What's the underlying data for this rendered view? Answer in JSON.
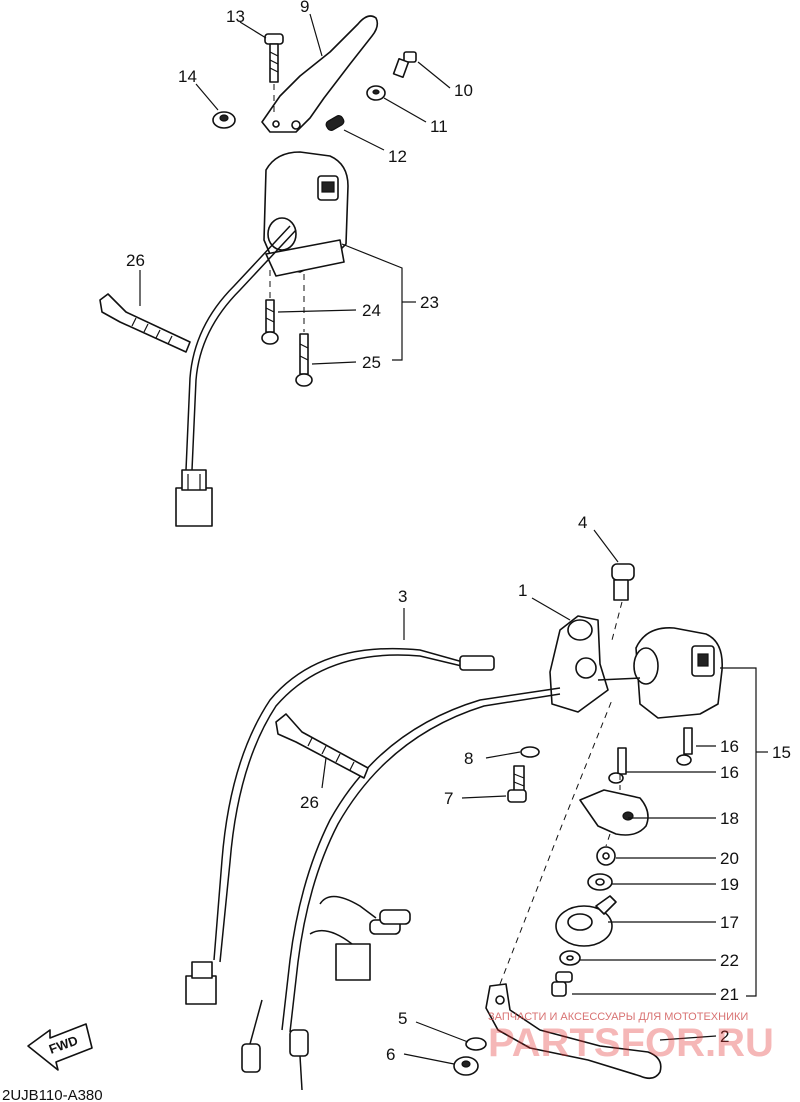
{
  "diagram": {
    "callouts": [
      {
        "id": "c13",
        "text": "13"
      },
      {
        "id": "c9",
        "text": "9"
      },
      {
        "id": "c14",
        "text": "14"
      },
      {
        "id": "c10",
        "text": "10"
      },
      {
        "id": "c11",
        "text": "11"
      },
      {
        "id": "c12",
        "text": "12"
      },
      {
        "id": "c26a",
        "text": "26"
      },
      {
        "id": "c23",
        "text": "23"
      },
      {
        "id": "c24",
        "text": "24"
      },
      {
        "id": "c25",
        "text": "25"
      },
      {
        "id": "c4",
        "text": "4"
      },
      {
        "id": "c3",
        "text": "3"
      },
      {
        "id": "c1",
        "text": "1"
      },
      {
        "id": "c16a",
        "text": "16"
      },
      {
        "id": "c16b",
        "text": "16"
      },
      {
        "id": "c15",
        "text": "15"
      },
      {
        "id": "c8",
        "text": "8"
      },
      {
        "id": "c26b",
        "text": "26"
      },
      {
        "id": "c7",
        "text": "7"
      },
      {
        "id": "c18",
        "text": "18"
      },
      {
        "id": "c20",
        "text": "20"
      },
      {
        "id": "c19",
        "text": "19"
      },
      {
        "id": "c17",
        "text": "17"
      },
      {
        "id": "c22",
        "text": "22"
      },
      {
        "id": "c21",
        "text": "21"
      },
      {
        "id": "c5",
        "text": "5"
      },
      {
        "id": "c2",
        "text": "2"
      },
      {
        "id": "c6",
        "text": "6"
      }
    ],
    "fwd_label": "FWD",
    "reference_code": "2UJB110-A380",
    "watermark_text": "PARTSFOR.RU",
    "watermark_subtext": "ЗАПЧАСТИ И АКСЕССУАРЫ ДЛЯ МОТОТЕХНИКИ"
  }
}
